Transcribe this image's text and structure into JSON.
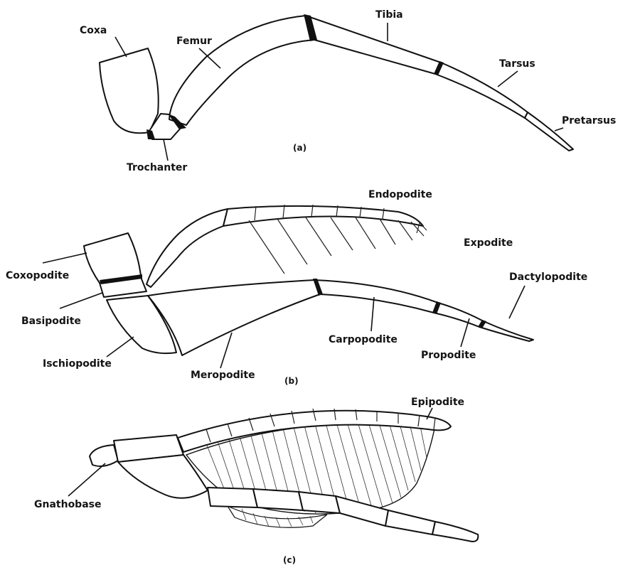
{
  "diagrams": {
    "a": {
      "caption": "(a)",
      "labels": {
        "coxa": "Coxa",
        "femur": "Femur",
        "tibia": "Tibia",
        "tarsus": "Tarsus",
        "pretarsus": "Pretarsus",
        "trochanter": "Trochanter"
      }
    },
    "b": {
      "caption": "(b)",
      "labels": {
        "endopodite": "Endopodite",
        "expodite": "Expodite",
        "dactylopodite": "Dactylopodite",
        "coxopodite": "Coxopodite",
        "basipodite": "Basipodite",
        "ischiopodite": "Ischiopodite",
        "meropodite": "Meropodite",
        "carpopodite": "Carpopodite",
        "propodite": "Propodite"
      }
    },
    "c": {
      "caption": "(c)",
      "labels": {
        "epipodite": "Epipodite",
        "gnathobase": "Gnathobase"
      }
    }
  },
  "colors": {
    "ink": "#111111",
    "paper": "#ffffff"
  }
}
